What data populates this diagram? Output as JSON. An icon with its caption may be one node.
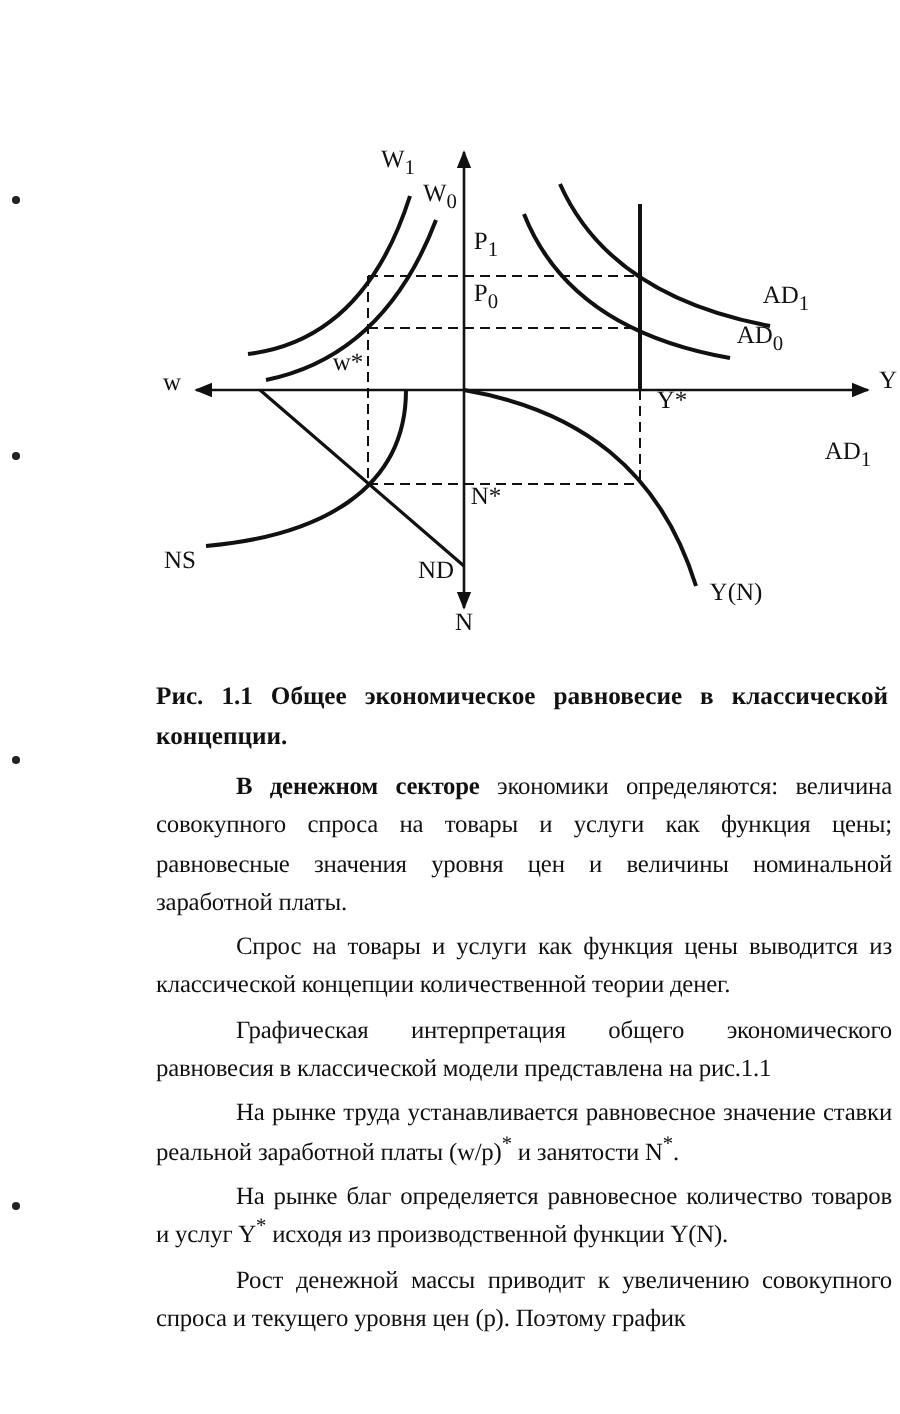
{
  "diagram": {
    "caption": "Рис. 1.1 Общее экономическое равновесие в классической концепции.",
    "labels": [
      "W$_{1}$",
      "W$_{0}$",
      "P$_{1}$",
      "P$_{0}$",
      "AD$_{1}$",
      "AD$_{0}$",
      "w",
      "Y",
      "w*",
      "Y*",
      "AD$_{1}$",
      "N*",
      "NS",
      "ND",
      "Y(N)",
      "N",
      "**В денежном секторе** экономики определяются: величина совокупного спроса на товары и услуги как функция цены; равновесные значения уровня цен и величины номинальной заработной платы.",
      "Спрос на товары и услуги как функция цены выводится из классической концепции количественной теории денег.",
      "Графическая интерпретация общего экономического равновесия в классической модели представлена на рис.1.1",
      "На рынке труда устанавливается равновесное значение ставки реальной заработной платы (w/p)$^{*}$ и занятости N$^{*}$.",
      "На рынке благ определяется равновесное количество товаров и услуг Y$^{*}$ исходя из производственной функции Y(N).",
      "Рост денежной массы приводит к увеличению совокупного спроса и текущего уровня цен (р). Поэтому график"
    ]
  }
}
